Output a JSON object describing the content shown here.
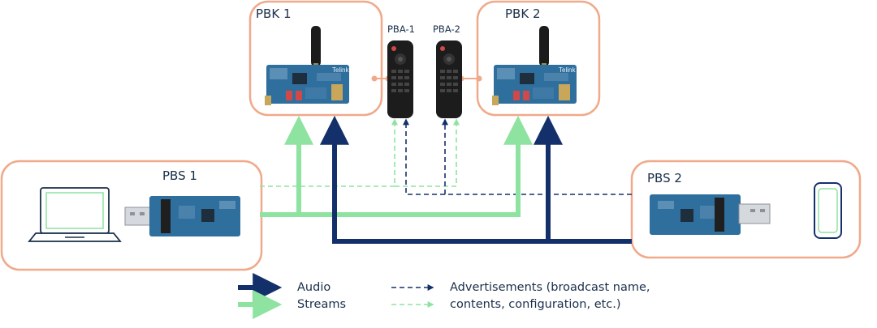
{
  "nodes": {
    "pbk1": {
      "label": "PBK 1"
    },
    "pbk2": {
      "label": "PBK 2"
    },
    "pba1": {
      "label": "PBA-1"
    },
    "pba2": {
      "label": "PBA-2"
    },
    "pbs1": {
      "label": "PBS 1"
    },
    "pbs2": {
      "label": "PBS 2"
    }
  },
  "board_brand": "Telink",
  "legend": {
    "audio": "Audio",
    "streams": "Streams",
    "advertisements_line1": "Advertisements (broadcast name,",
    "advertisements_line2": "contents, configuration, etc.)"
  },
  "colors": {
    "box_border": "#f0a98a",
    "audio": "#14306b",
    "streams": "#8ee3a0",
    "text": "#1a2f4a",
    "board_blue": "#2f6f9e"
  },
  "icons": [
    "laptop-icon",
    "usb-dongle-icon",
    "board-icon",
    "remote-icon",
    "phone-icon"
  ]
}
